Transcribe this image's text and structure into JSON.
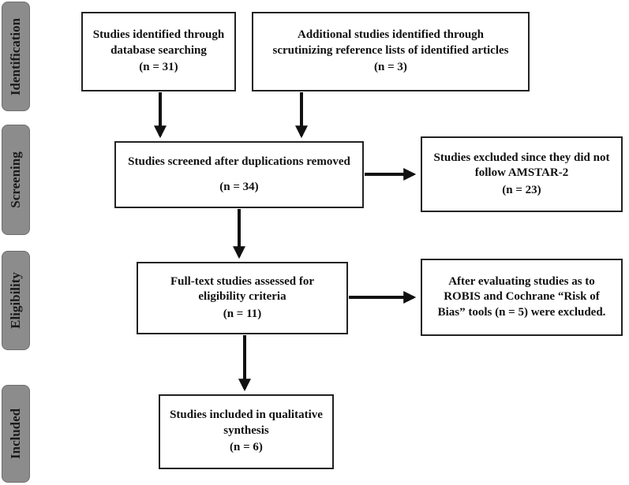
{
  "phases": {
    "identification": "Identification",
    "screening": "Screening",
    "eligibility": "Eligibility",
    "included": "Included"
  },
  "boxes": {
    "database": {
      "line1": "Studies identified through",
      "line2": "database searching",
      "count": "(n = 31)"
    },
    "additional": {
      "line1": "Additional studies identified through",
      "line2": "scrutinizing reference lists of identified articles",
      "count": "(n = 3)"
    },
    "screened": {
      "line1": "Studies screened after duplications removed",
      "count": "(n = 34)"
    },
    "excluded_amstar": {
      "line1": "Studies excluded since they did not",
      "line2": "follow AMSTAR-2",
      "count": "(n = 23)"
    },
    "fulltext": {
      "line1": "Full-text studies assessed for",
      "line2": "eligibility criteria",
      "count": "(n = 11)"
    },
    "excluded_robis": {
      "line1": "After evaluating studies as to",
      "line2": "ROBIS and Cochrane “Risk of",
      "line3": "Bias” tools (n = 5) were excluded."
    },
    "included": {
      "line1": "Studies included in qualitative",
      "line2": "synthesis",
      "count": "(n = 6)"
    }
  },
  "colors": {
    "phase_fill": "#8c8c8c",
    "stroke": "#111111"
  }
}
